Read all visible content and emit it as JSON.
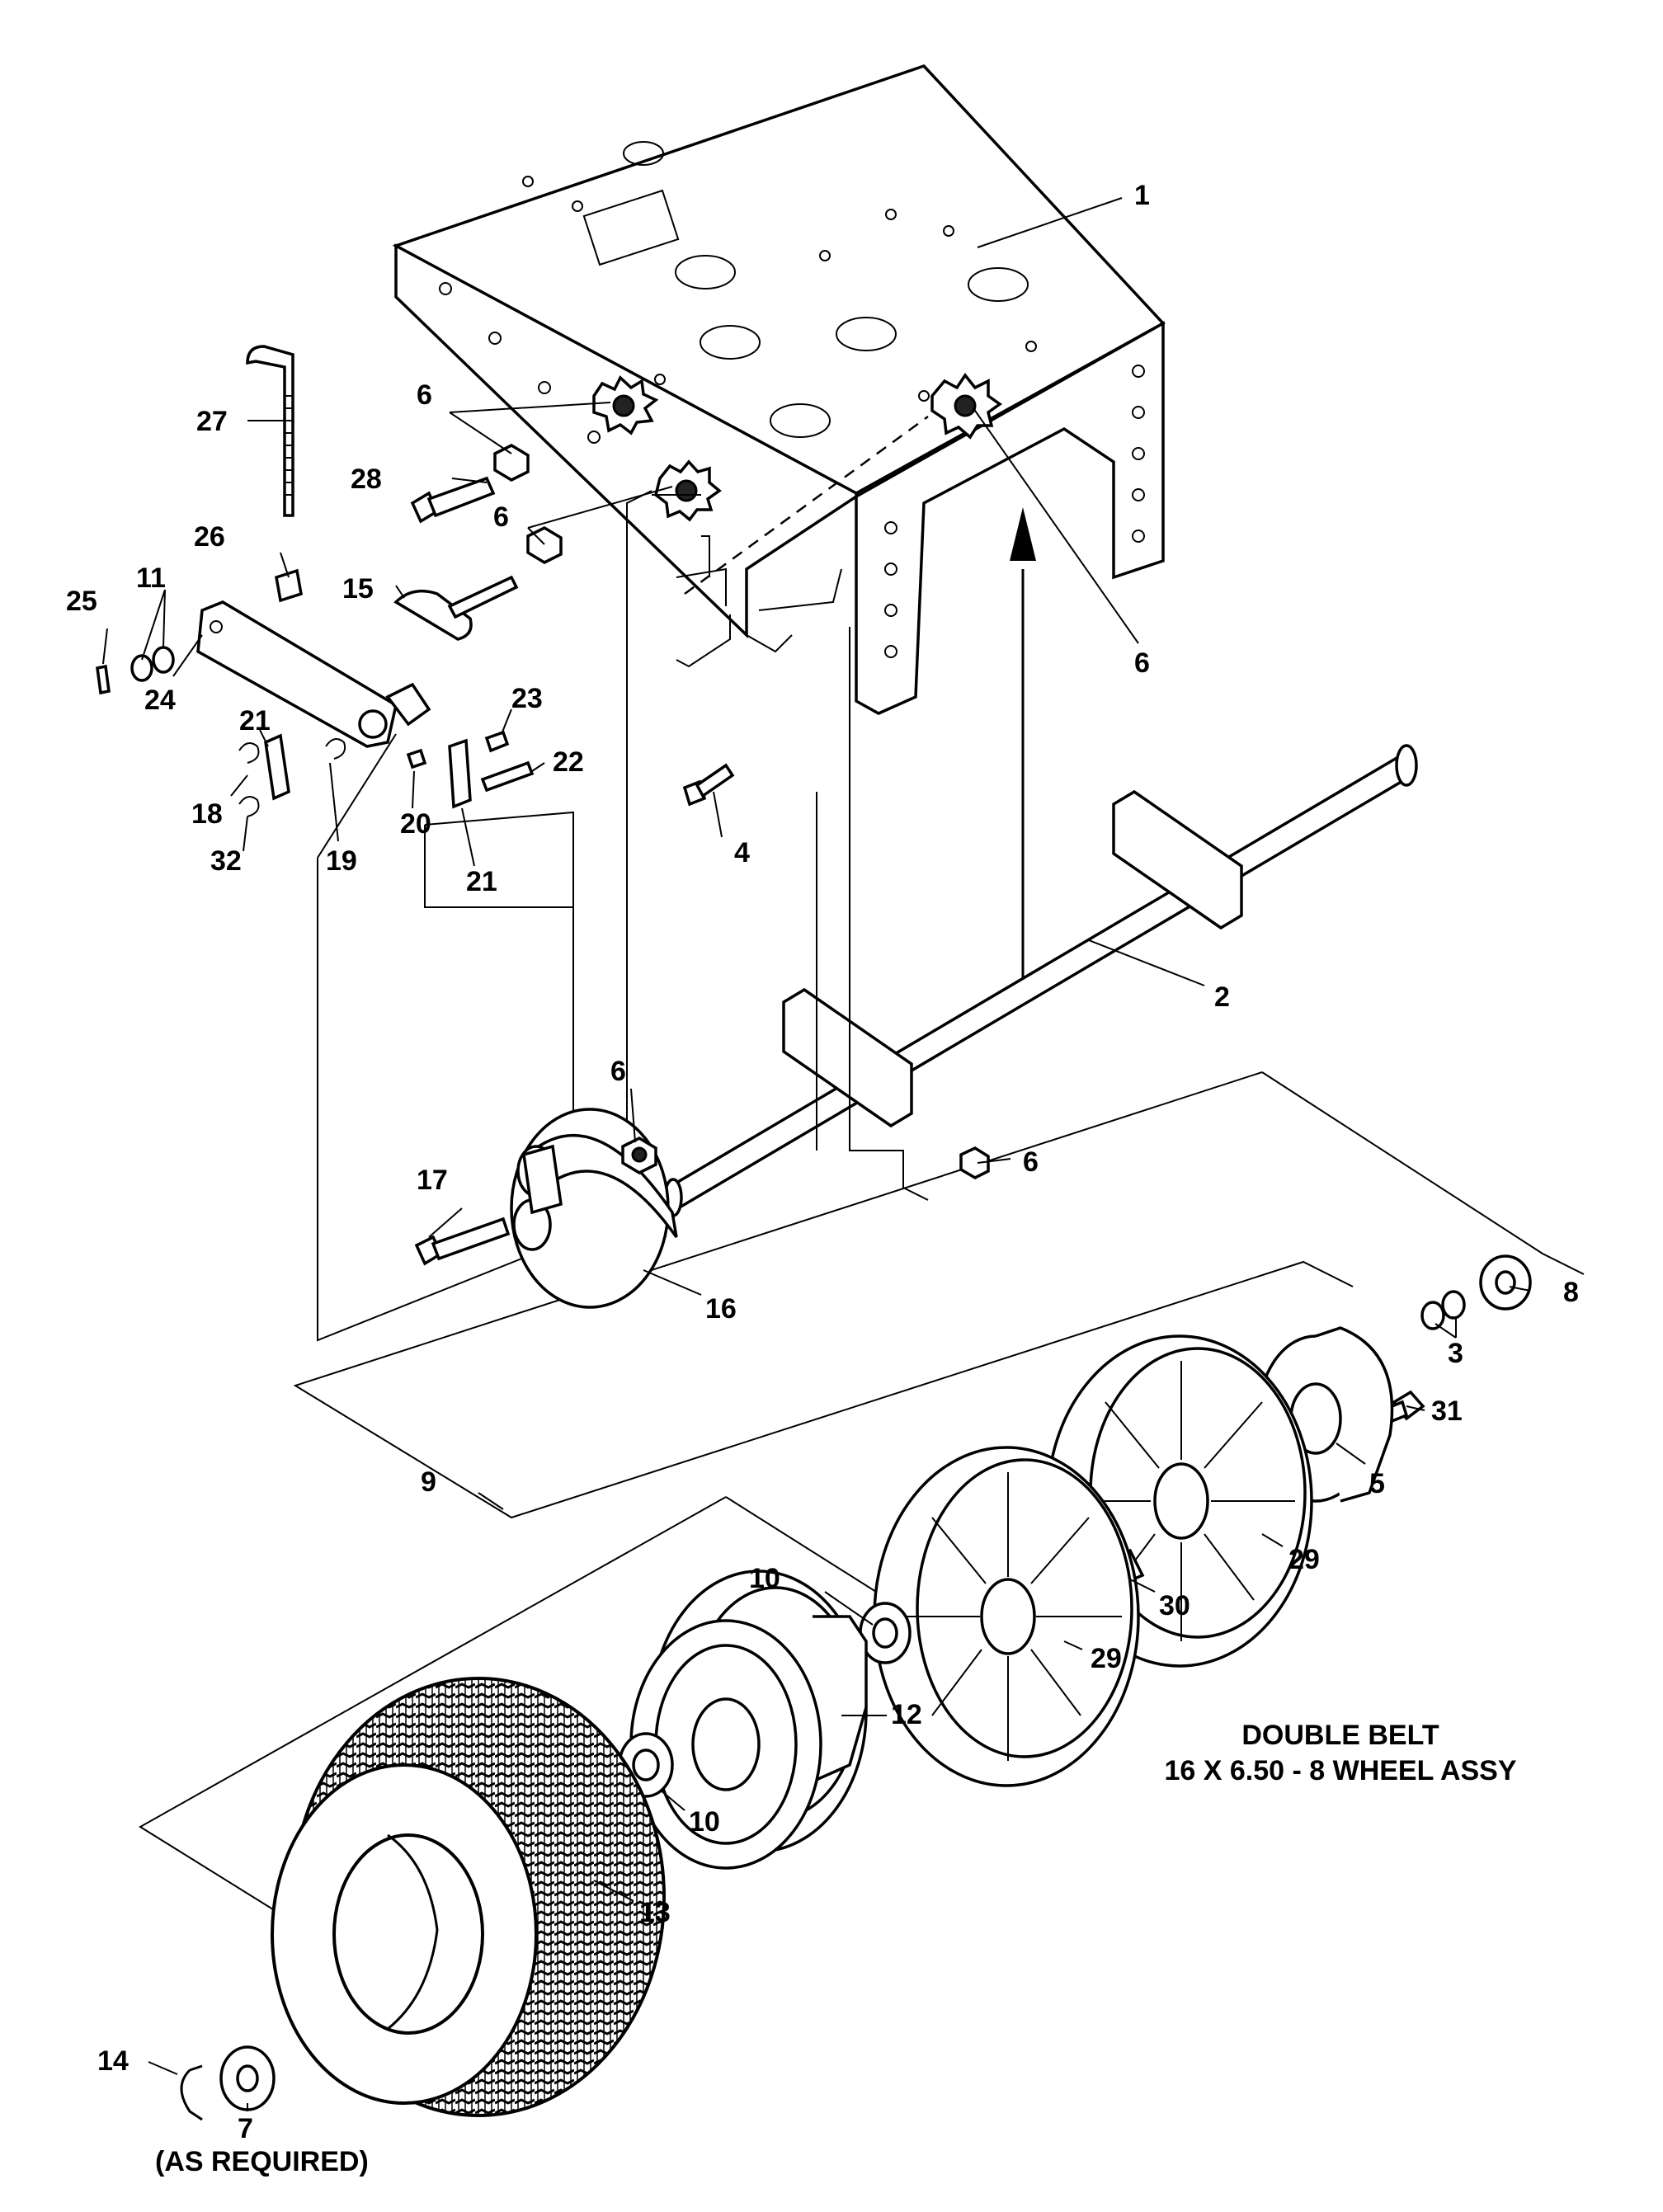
{
  "labels": {
    "p1": "1",
    "p2": "2",
    "p3": "3",
    "p4": "4",
    "p5": "5",
    "p6a": "6",
    "p6b": "6",
    "p6c": "6",
    "p6d": "6",
    "p6e": "6",
    "p7": "7",
    "p7note": "(AS REQUIRED)",
    "p8": "8",
    "p9": "9",
    "p10a": "10",
    "p10b": "10",
    "p11": "11",
    "p12": "12",
    "p13": "13",
    "p14": "14",
    "p15": "15",
    "p16": "16",
    "p17": "17",
    "p18": "18",
    "p19": "19",
    "p20": "20",
    "p21a": "21",
    "p21b": "21",
    "p22": "22",
    "p23": "23",
    "p24": "24",
    "p25": "25",
    "p26": "26",
    "p27": "27",
    "p28": "28",
    "p29a": "29",
    "p29b": "29",
    "p30": "30",
    "p31": "31",
    "p32": "32"
  },
  "caption": {
    "line1": "DOUBLE BELT",
    "line2": "16 X 6.50 - 8 WHEEL ASSY"
  }
}
